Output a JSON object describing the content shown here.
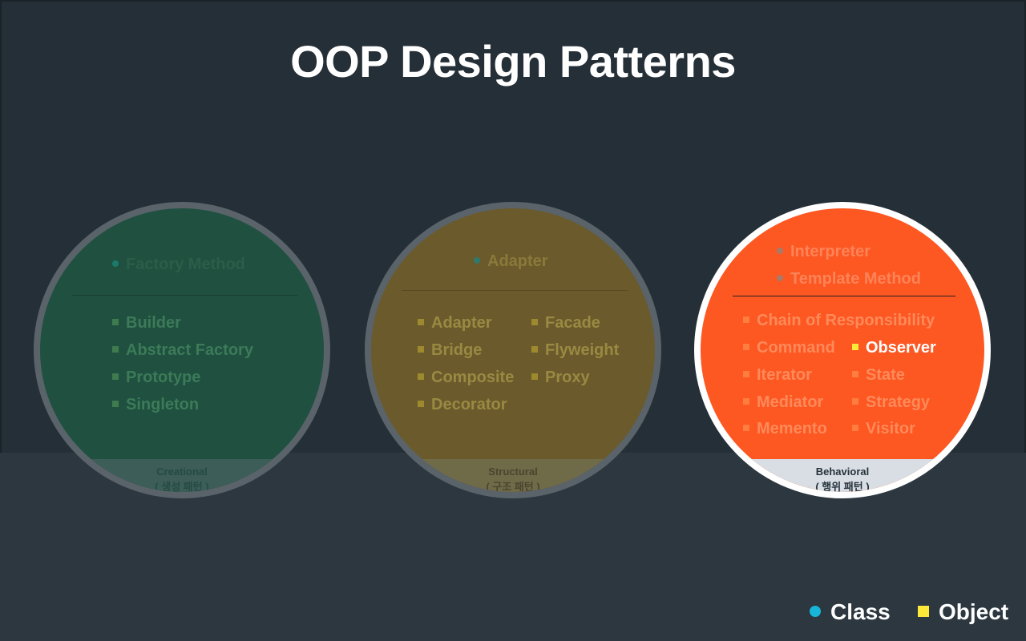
{
  "title": "OOP Design Patterns",
  "colors": {
    "background": "#252f37",
    "creational": "#1f5040",
    "structural": "#6b5a2c",
    "behavioral": "#fd5722",
    "class_marker": "#17b6d8",
    "object_marker": "#fde93a"
  },
  "groups": {
    "creational": {
      "name": "Creational",
      "korean": "( 생성 패턴 )",
      "class_patterns": [
        "Factory Method"
      ],
      "object_patterns": [
        "Builder",
        "Abstract Factory",
        "Prototype",
        "Singleton"
      ]
    },
    "structural": {
      "name": "Structural",
      "korean": "( 구조 패턴 )",
      "class_patterns": [
        "Adapter"
      ],
      "object_patterns": [
        "Adapter",
        "Bridge",
        "Composite",
        "Decorator",
        "Facade",
        "Flyweight",
        "Proxy"
      ]
    },
    "behavioral": {
      "name": "Behavioral",
      "korean": "( 행위 패턴 )",
      "class_patterns": [
        "Interpreter",
        "Template Method"
      ],
      "object_patterns": [
        "Chain of Responsibility",
        "Command",
        "Iterator",
        "Mediator",
        "Memento",
        "Observer",
        "State",
        "Strategy",
        "Visitor"
      ],
      "highlighted": "Observer"
    }
  },
  "legend": {
    "class_label": "Class",
    "object_label": "Object"
  }
}
